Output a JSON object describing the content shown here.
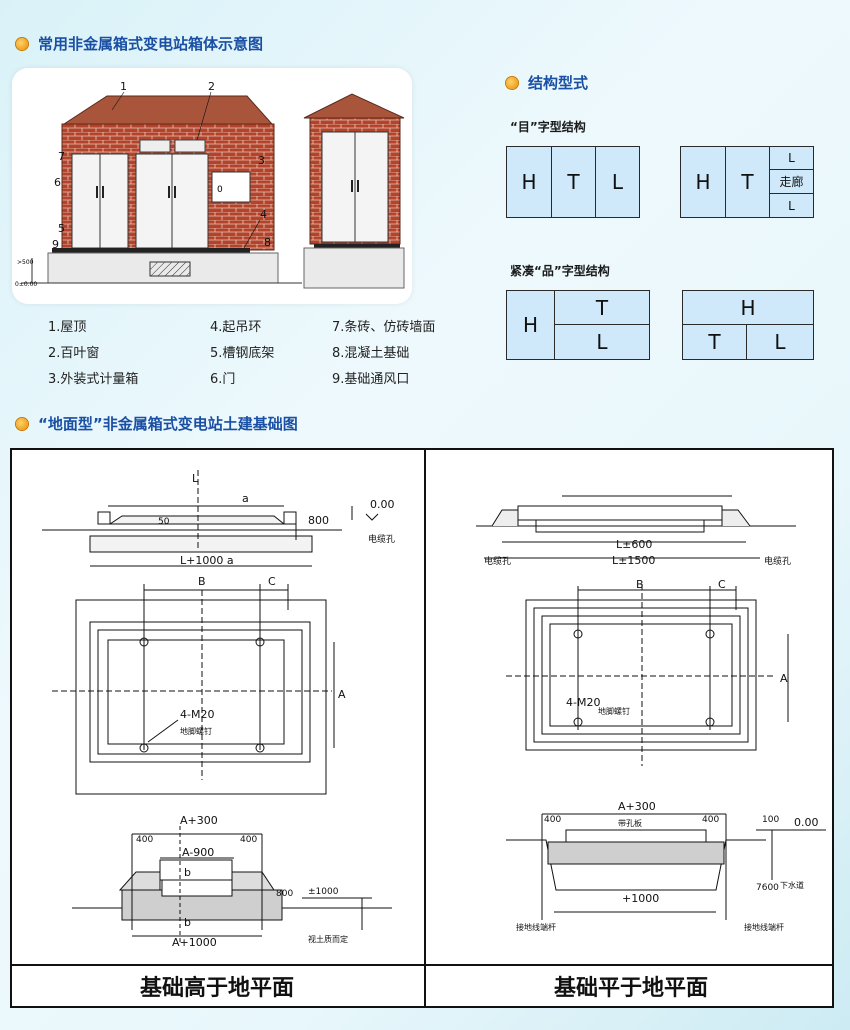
{
  "sections": {
    "illustration_title": "常用非金属箱式变电站箱体示意图",
    "structure_title": "结构型式",
    "foundation_title": "“地面型”非金属箱式变电站土建基础图"
  },
  "illustration": {
    "callouts": [
      "1",
      "2",
      "3",
      "4",
      "5",
      "6",
      "7",
      "8",
      "9"
    ],
    "height_note": ">500",
    "ground_note": "0±0.00"
  },
  "legend": [
    "1.屋顶",
    "4.起吊环",
    "7.条砖、仿砖墙面",
    "2.百叶窗",
    "5.槽钢底架",
    "8.混凝土基础",
    "3.外装式计量箱",
    "6.门",
    "9.基础通风口"
  ],
  "structures": {
    "mu_label": "“目”字型结构",
    "pin_label": "紧凑“品”字型结构",
    "mu_a": [
      "H",
      "T",
      "L"
    ],
    "mu_b": [
      "H",
      "T",
      "L",
      "走廊",
      "L"
    ],
    "pin_a": [
      "H",
      "T",
      "L"
    ],
    "pin_b": [
      "H",
      "T",
      "L"
    ]
  },
  "left_drawing": {
    "L": "L",
    "a": "a",
    "dim50": "50",
    "dim800": "800",
    "level": "0.00",
    "cable_hole": "电缆孔",
    "L1000": "L+1000 a",
    "B": "B",
    "C": "C",
    "A": "A",
    "bolt": "4-M20",
    "bolt_note": "地脚螺钉",
    "A300": "A+300",
    "d400a": "400",
    "d400b": "400",
    "A900": "A-900",
    "b1": "b",
    "b2": "b",
    "dim800b": "800",
    "pm1000": "±1000",
    "A1000": "A+1000",
    "soil": "视土质而定"
  },
  "right_drawing": {
    "level": "0.00",
    "L600": "L±600",
    "L1500": "L±1500",
    "cable_hole_l": "电缆孔",
    "cable_hole_r": "电缆孔",
    "B": "B",
    "C": "C",
    "A": "A",
    "bolt": "4-M20",
    "bolt_note": "地脚螺钉",
    "A300": "A+300",
    "d400a": "400",
    "d400b": "400",
    "plate": "带孔板",
    "dim100": "100",
    "level2": "0.00",
    "dim7600": "7600",
    "drain": "下水道",
    "plus1000": "+1000",
    "ground_l": "接地线端杆",
    "ground_r": "接地线端杆"
  },
  "captions": {
    "left": "基础高于地平面",
    "right": "基础平于地平面"
  }
}
